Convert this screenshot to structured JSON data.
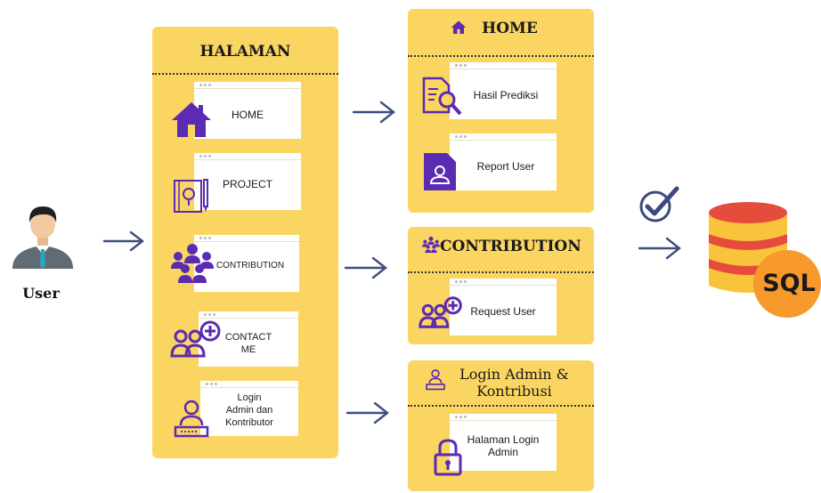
{
  "user": {
    "label": "User"
  },
  "halaman": {
    "title": "HALAMAN",
    "items": [
      {
        "label": "HOME"
      },
      {
        "label": "PROJECT"
      },
      {
        "label": "CONTRIBUTION"
      },
      {
        "label": "CONTACT\nME"
      },
      {
        "label": "Login\nAdmin dan\nKontributor"
      }
    ]
  },
  "home_panel": {
    "title": "HOME",
    "items": [
      {
        "label": "Hasil Prediksi"
      },
      {
        "label": "Report User"
      }
    ]
  },
  "contribution_panel": {
    "title": "CONTRIBUTION",
    "items": [
      {
        "label": "Request User"
      }
    ]
  },
  "login_panel": {
    "title": "Login Admin &\nKontribusi",
    "items": [
      {
        "label": "Halaman Login\nAdmin"
      }
    ]
  },
  "database": {
    "label": "SQL"
  },
  "colors": {
    "panel": "#fbd561",
    "accent": "#5b2bb3",
    "db_red": "#e64c3c",
    "db_yellow": "#f9c43b",
    "sql_orange": "#f7992b"
  },
  "icons": [
    "user-avatar-icon",
    "house-icon",
    "project-blueprint-icon",
    "group-icon",
    "add-users-icon",
    "login-user-icon",
    "report-search-icon",
    "report-user-icon",
    "lock-icon",
    "checkmark-icon",
    "database-icon",
    "arrow-right-icon"
  ]
}
